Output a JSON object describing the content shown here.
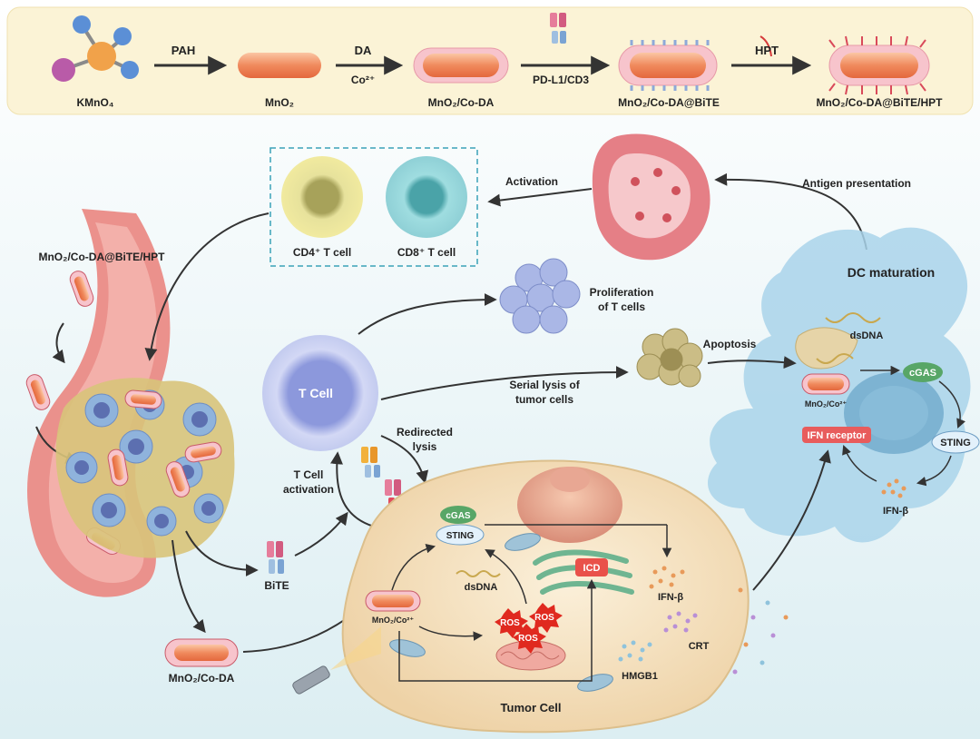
{
  "synthesis": {
    "steps": [
      "PAH",
      "DA",
      "Co²⁺",
      "PD-L1/CD3",
      "HPT"
    ],
    "products": [
      "KMnO₄",
      "MnO₂",
      "MnO₂/Co-DA",
      "MnO₂/Co-DA@BiTE",
      "MnO₂/Co-DA@BiTE/HPT"
    ]
  },
  "labels": {
    "activation": "Activation",
    "antigen_presentation": "Antigen presentation",
    "cd4": "CD4⁺ T cell",
    "cd8": "CD8⁺ T cell",
    "vessel_np": "MnO₂/Co-DA@BiTE/HPT",
    "dc_maturation": "DC maturation",
    "proliferation_1": "Proliferation",
    "proliferation_2": "of T cells",
    "apoptosis": "Apoptosis",
    "dsdna_dc": "dsDNA",
    "cgas_dc": "cGAS",
    "mno2_co_dc": "MnO₂/Co²⁺",
    "ifn_receptor": "IFN receptor",
    "sting_dc": "STING",
    "ifnb_dc": "IFN-β",
    "t_cell": "T Cell",
    "serial_lysis_1": "Serial lysis of",
    "serial_lysis_2": "tumor cells",
    "redirected_1": "Redirected",
    "redirected_2": "lysis",
    "tcell_activation_1": "T Cell",
    "tcell_activation_2": "activation",
    "bite": "BiTE",
    "mno2_coda_bottom": "MnO₂/Co-DA",
    "cgas_tumor": "cGAS",
    "sting_tumor": "STING",
    "dsdna_tumor": "dsDNA",
    "mno2_co_tumor": "MnO₂/Co²⁺",
    "ros": "ROS",
    "icd": "ICD",
    "ifnb_tumor": "IFN-β",
    "crt": "CRT",
    "hmgb1": "HMGB1",
    "tumor_cell": "Tumor Cell"
  },
  "colors": {
    "banner": "#fbf3d6",
    "nanorod": "#f08a5d",
    "coating": "#f4b8c0",
    "cd4": "#efe08a",
    "cd8": "#8fd6dc",
    "tcell": "#bcc4ef",
    "dc": "#9ccbe6",
    "tumor": "#f6e3c2",
    "vessel": "#e8807c",
    "ros": "#e0291f",
    "arrow": "#333333"
  }
}
